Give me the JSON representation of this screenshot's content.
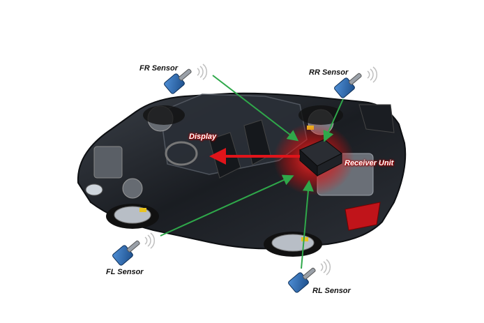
{
  "labels": {
    "fr": "FR Sensor",
    "rr": "RR Sensor",
    "fl": "FL Sensor",
    "rl": "RL Sensor",
    "display": "Display",
    "receiver": "Receiver Unit"
  },
  "colors": {
    "signal_line": "#2fa84a",
    "display_line": "#e0141a",
    "sensor_body": "#2d6fb8",
    "car_body": "#1c1f24",
    "glow": "#ff2020"
  }
}
